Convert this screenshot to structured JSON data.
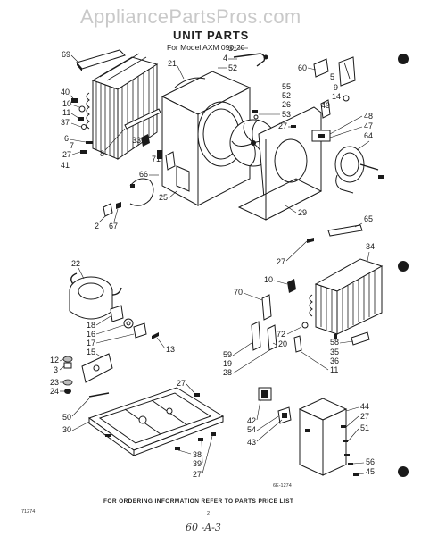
{
  "watermark": "AppliancePartsPros.com",
  "title": "UNIT PARTS",
  "subtitle": "For Model AXM 090-20",
  "labels": [
    {
      "id": "69",
      "text": "69"
    },
    {
      "id": "21",
      "text": "21"
    },
    {
      "id": "31",
      "text": "31"
    },
    {
      "id": "4",
      "text": "4"
    },
    {
      "id": "52a",
      "text": "52"
    },
    {
      "id": "60",
      "text": "60"
    },
    {
      "id": "5",
      "text": "5"
    },
    {
      "id": "9",
      "text": "9"
    },
    {
      "id": "40",
      "text": "40"
    },
    {
      "id": "10a",
      "text": "10"
    },
    {
      "id": "11a",
      "text": "11"
    },
    {
      "id": "37",
      "text": "37"
    },
    {
      "id": "6",
      "text": "6"
    },
    {
      "id": "7",
      "text": "7"
    },
    {
      "id": "27a",
      "text": "27"
    },
    {
      "id": "41",
      "text": "41"
    },
    {
      "id": "8",
      "text": "8"
    },
    {
      "id": "55",
      "text": "55"
    },
    {
      "id": "52b",
      "text": "52"
    },
    {
      "id": "26",
      "text": "26"
    },
    {
      "id": "53",
      "text": "53"
    },
    {
      "id": "27b",
      "text": "27"
    },
    {
      "id": "14",
      "text": "14"
    },
    {
      "id": "49",
      "text": "49"
    },
    {
      "id": "48",
      "text": "48"
    },
    {
      "id": "47",
      "text": "47"
    },
    {
      "id": "64",
      "text": "64"
    },
    {
      "id": "33",
      "text": "33"
    },
    {
      "id": "71",
      "text": "71"
    },
    {
      "id": "66",
      "text": "66"
    },
    {
      "id": "25",
      "text": "25"
    },
    {
      "id": "29",
      "text": "29"
    },
    {
      "id": "2",
      "text": "2"
    },
    {
      "id": "67",
      "text": "67"
    },
    {
      "id": "65",
      "text": "65"
    },
    {
      "id": "27c",
      "text": "27"
    },
    {
      "id": "34",
      "text": "34"
    },
    {
      "id": "22",
      "text": "22"
    },
    {
      "id": "10b",
      "text": "10"
    },
    {
      "id": "70",
      "text": "70"
    },
    {
      "id": "18",
      "text": "18"
    },
    {
      "id": "16",
      "text": "16"
    },
    {
      "id": "17",
      "text": "17"
    },
    {
      "id": "15",
      "text": "15"
    },
    {
      "id": "13",
      "text": "13"
    },
    {
      "id": "72",
      "text": "72"
    },
    {
      "id": "20",
      "text": "20"
    },
    {
      "id": "58",
      "text": "58"
    },
    {
      "id": "35",
      "text": "35"
    },
    {
      "id": "36",
      "text": "36"
    },
    {
      "id": "11b",
      "text": "11"
    },
    {
      "id": "59",
      "text": "59"
    },
    {
      "id": "19",
      "text": "19"
    },
    {
      "id": "28",
      "text": "28"
    },
    {
      "id": "12",
      "text": "12"
    },
    {
      "id": "3",
      "text": "3"
    },
    {
      "id": "23",
      "text": "23"
    },
    {
      "id": "24",
      "text": "24"
    },
    {
      "id": "27d",
      "text": "27"
    },
    {
      "id": "50",
      "text": "50"
    },
    {
      "id": "30",
      "text": "30"
    },
    {
      "id": "42",
      "text": "42"
    },
    {
      "id": "54",
      "text": "54"
    },
    {
      "id": "43",
      "text": "43"
    },
    {
      "id": "44",
      "text": "44"
    },
    {
      "id": "27e",
      "text": "27"
    },
    {
      "id": "51",
      "text": "51"
    },
    {
      "id": "38",
      "text": "38"
    },
    {
      "id": "39",
      "text": "39"
    },
    {
      "id": "27f",
      "text": "27"
    },
    {
      "id": "56",
      "text": "56"
    },
    {
      "id": "45",
      "text": "45"
    }
  ],
  "drawing_code": "6E-1274",
  "page_code": "71274",
  "page_number": "2",
  "footer": "FOR ORDERING INFORMATION REFER TO PARTS PRICE LIST",
  "handwritten_note": "60 -A-3"
}
